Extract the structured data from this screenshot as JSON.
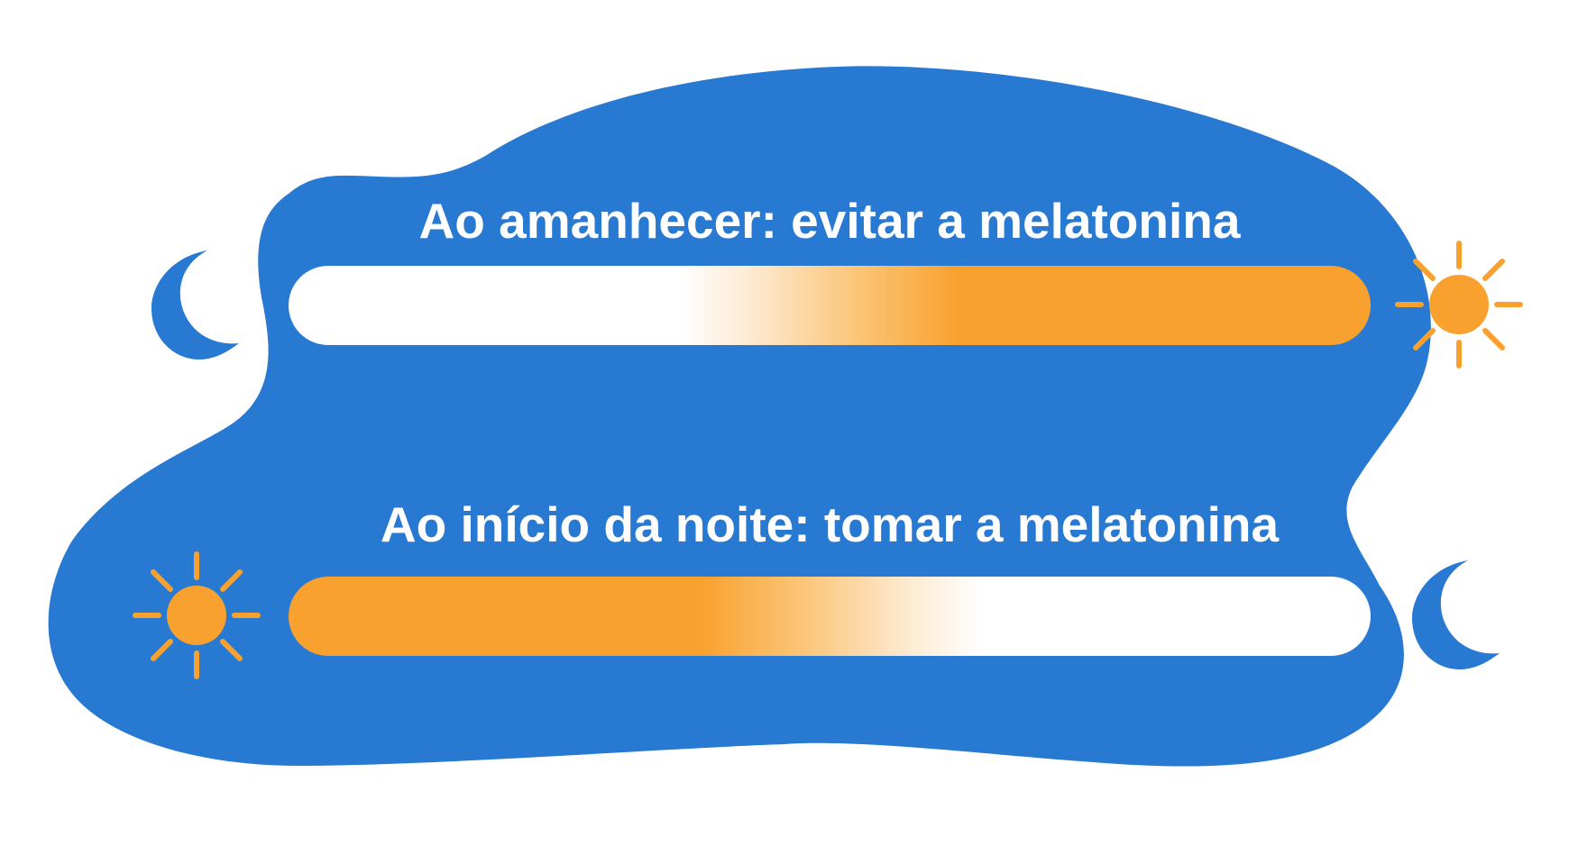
{
  "colors": {
    "background": "#ffffff",
    "blob": "#2779D2",
    "accent_orange": "#F9A12E",
    "text": "#ffffff",
    "bar_light": "#ffffff"
  },
  "rows": [
    {
      "label": "Ao amanhecer: evitar a melatonina",
      "bar": {
        "gradient_direction": "white-to-orange",
        "left_icon": "moon-icon",
        "right_icon": "sun-icon"
      }
    },
    {
      "label": "Ao início da noite: tomar a melatonina",
      "bar": {
        "gradient_direction": "orange-to-white",
        "left_icon": "sun-icon",
        "right_icon": "moon-icon"
      }
    }
  ]
}
